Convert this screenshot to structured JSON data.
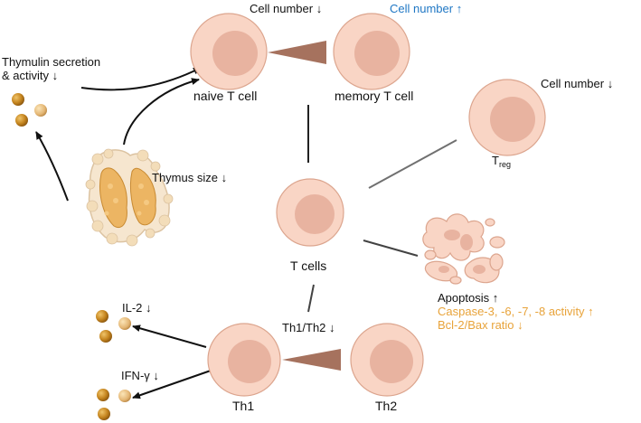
{
  "labels": {
    "cell_number_naive": "Cell number ↓",
    "cell_number_memory": "Cell number ↑",
    "cell_number_treg": "Cell number ↓",
    "thymulin": [
      "Thymulin secretion",
      "& activity ↓"
    ],
    "thymus_size": "Thymus size ↓",
    "il2": "IL-2 ↓",
    "ifng": "IFN-γ ↓",
    "th1th2": "Th1/Th2 ↓",
    "apoptosis": "Apoptosis ↑",
    "caspase": "Caspase-3, -6, -7, -8 activity ↑",
    "bcl2": "Bcl-2/Bax ratio ↓"
  },
  "cells": {
    "naive": "naive T cell",
    "memory": "memory T cell",
    "treg_main": "T",
    "treg_sub": "reg",
    "tcells": "T cells",
    "th1": "Th1",
    "th2": "Th2"
  },
  "colors": {
    "cell_fill": "#f9d5c5",
    "cell_stroke": "#dca58e",
    "nucleus": "#e8b3a0",
    "wedge": "#a6725e",
    "bead_dark": "#bf7f1e",
    "bead_light": "#e6bc7a",
    "thymus": "#eab25c",
    "memory_accent": "#1f77c4",
    "apoptosis_accent": "#e8a33a"
  }
}
